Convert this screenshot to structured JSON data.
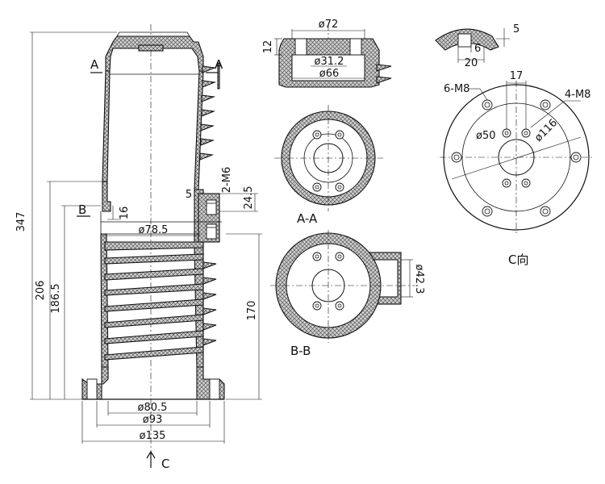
{
  "main_view": {
    "dim_overall_height": "347",
    "dim_206": "206",
    "dim_186_5": "186.5",
    "dim_170": "170",
    "dim_16": "16",
    "dim_78_5": "ø78.5",
    "dim_80_5": "ø80.5",
    "dim_93": "ø93",
    "dim_135": "ø135",
    "dim_m6": "2-M6",
    "dim_5": "5",
    "dim_24_5": "24.5",
    "section_a_left": "A",
    "section_a_right": "A",
    "section_b": "B",
    "view_c": "C"
  },
  "top_detail": {
    "dim_72": "ø72",
    "dim_12": "12",
    "dim_31_2": "ø31.2",
    "dim_66": "ø66"
  },
  "small_detail": {
    "dim_5": "5",
    "dim_6": "6",
    "dim_20": "20"
  },
  "section_aa": {
    "label": "A-A"
  },
  "section_bb": {
    "label": "B-B",
    "dim_42_3": "ø42.3"
  },
  "view_c_detail": {
    "dim_17": "17",
    "dim_6m8": "6-M8",
    "dim_4m8": "4-M8",
    "dim_50": "ø50",
    "dim_116": "ø116",
    "label": "C向"
  }
}
